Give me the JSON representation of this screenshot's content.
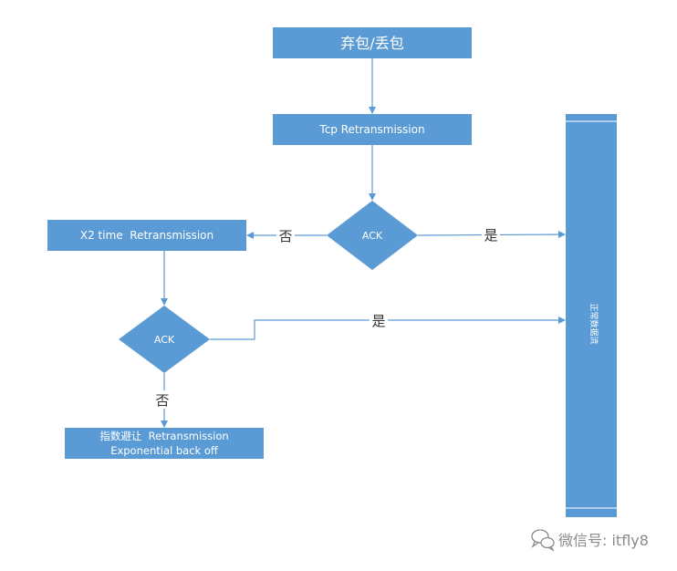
{
  "nodes": {
    "drop": "弃包/丢包",
    "tcp_retx": "Tcp Retransmission",
    "ack1": "ACK",
    "x2_retx": "X2 time  Retransmission",
    "ack2": "ACK",
    "backoff_line1": "指数避让  Retransmission",
    "backoff_line2": "Exponential back off",
    "normal_flow": "正常数据流"
  },
  "edges": {
    "ack1_no": "否",
    "ack1_yes": "是",
    "ack2_yes": "是",
    "ack2_no": "否"
  },
  "watermark": {
    "icon": "wechat-icon",
    "text": "微信号: itfly8"
  },
  "colors": {
    "node_fill": "#5b9bd5",
    "edge": "#5b9bd5",
    "node_text": "#ffffff",
    "label_text": "#333333",
    "watermark": "#8a8a8a"
  }
}
